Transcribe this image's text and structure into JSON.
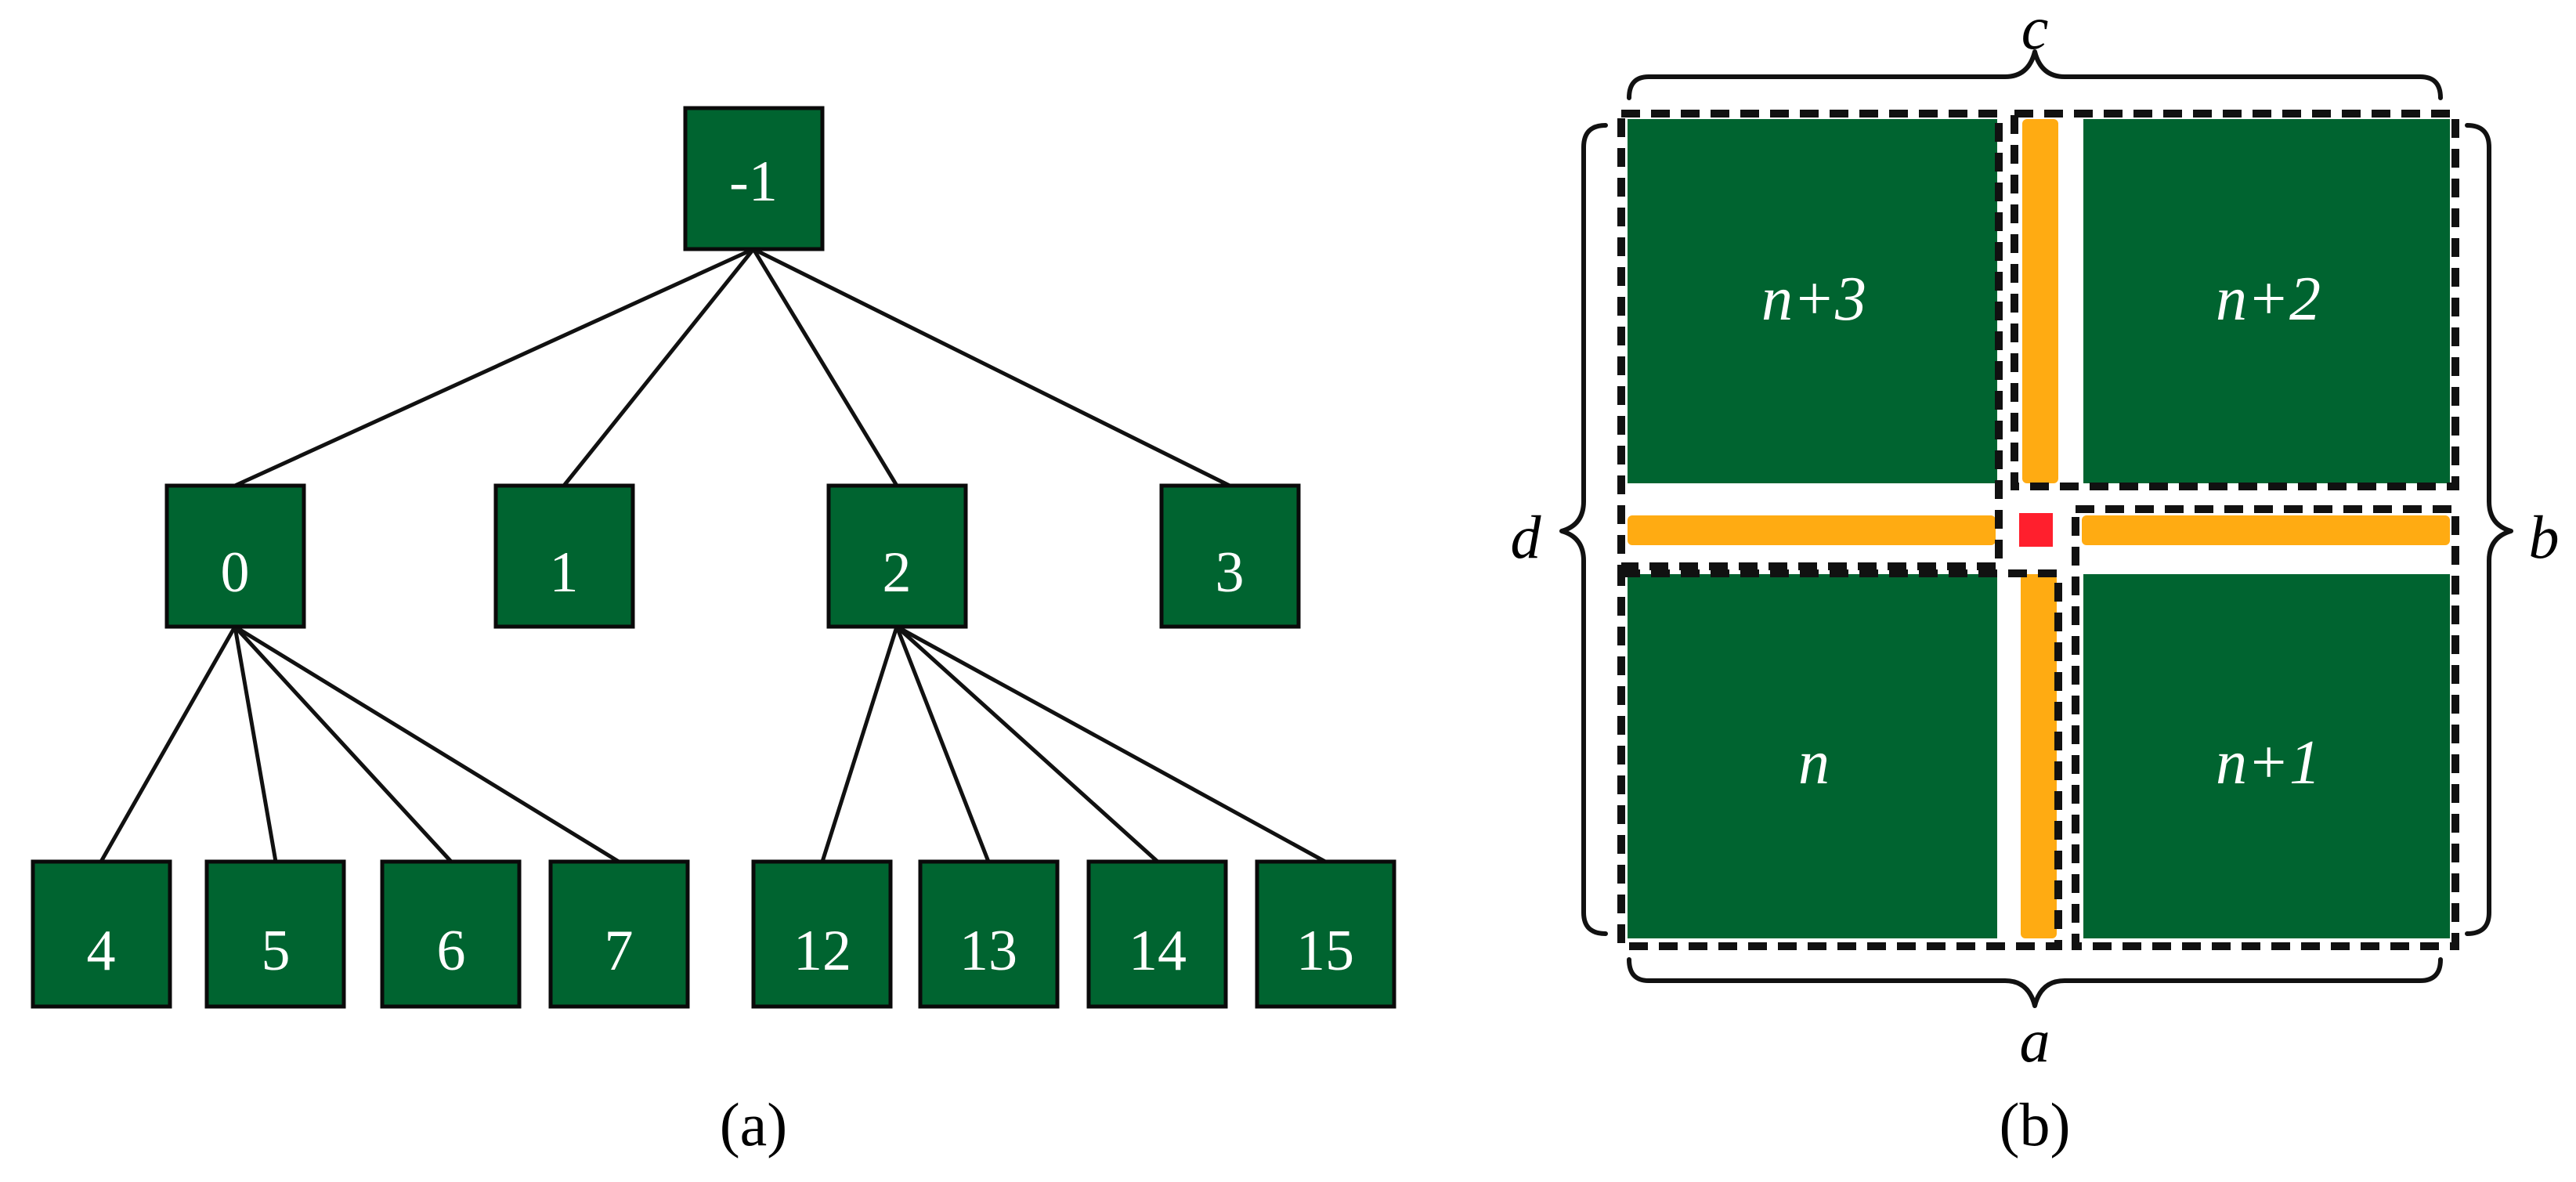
{
  "colors": {
    "node_fill": "#006430",
    "node_stroke": "#0a0a0a",
    "edge": "#111111",
    "highlight_bar": "#ffab12",
    "center_marker": "#ff1f2d",
    "text_on_node": "#ffffff"
  },
  "panel_a": {
    "caption": "(a)",
    "root": {
      "id": "root",
      "label": "-1"
    },
    "level1": [
      {
        "id": "n0",
        "label": "0"
      },
      {
        "id": "n1",
        "label": "1"
      },
      {
        "id": "n2",
        "label": "2"
      },
      {
        "id": "n3",
        "label": "3"
      }
    ],
    "level2": [
      {
        "id": "n4",
        "label": "4",
        "parent": "n0"
      },
      {
        "id": "n5",
        "label": "5",
        "parent": "n0"
      },
      {
        "id": "n6",
        "label": "6",
        "parent": "n0"
      },
      {
        "id": "n7",
        "label": "7",
        "parent": "n0"
      },
      {
        "id": "n12",
        "label": "12",
        "parent": "n2"
      },
      {
        "id": "n13",
        "label": "13",
        "parent": "n2"
      },
      {
        "id": "n14",
        "label": "14",
        "parent": "n2"
      },
      {
        "id": "n15",
        "label": "15",
        "parent": "n2"
      }
    ]
  },
  "panel_b": {
    "caption": "(b)",
    "quadrants": {
      "top_left": "n+3",
      "top_right": "n+2",
      "bottom_left": "n",
      "bottom_right": "n+1"
    },
    "sides": {
      "top": "c",
      "right": "b",
      "bottom": "a",
      "left": "d"
    }
  }
}
